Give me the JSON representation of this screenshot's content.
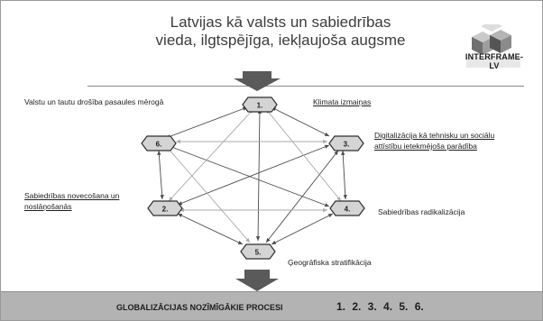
{
  "header": {
    "title_line1": "Latvijas kā valsts un sabiedrības",
    "title_line2": "vieda, ilgtspējīga, iekļaujoša augsme",
    "logo_text": "INTERFRAME-LV"
  },
  "nodes": [
    {
      "number": "1.",
      "label": "Klimata izmaiņas"
    },
    {
      "number": "3.",
      "label_line1": "Digitalizācija kā tehnisku un sociālu",
      "label_line2": "attīstību ietekmējoša parādība"
    },
    {
      "number": "4.",
      "label": "Sabiedrības radikalizācija"
    },
    {
      "number": "5.",
      "label": "Ģeogrāfiska stratifikācija"
    },
    {
      "number": "2.",
      "label_line1": "Sabiedrības novecošana un",
      "label_line2": "noslāņošanās"
    },
    {
      "number": "6.",
      "label": "Valstu un tautu drošība pasaules mērogā"
    }
  ],
  "footer": {
    "title": "GLOBALIZĀCIJAS NOZĪMĪGĀKIE PROCESI",
    "numbers": "1.  2.  3.  4.  5.  6."
  }
}
